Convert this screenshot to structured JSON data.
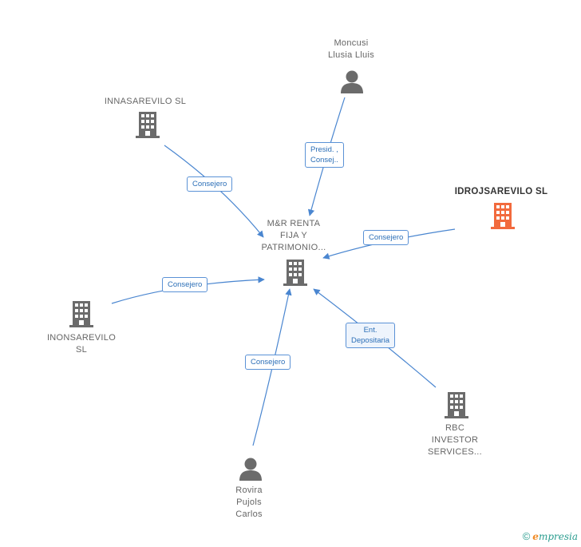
{
  "nodes": {
    "center": {
      "label_lines": [
        "M&R RENTA",
        "FIJA Y",
        "PATRIMONIO..."
      ],
      "icon": "building-icon"
    },
    "moncusi": {
      "label_lines": [
        "Moncusi",
        "Llusia Lluis"
      ],
      "icon": "person-icon"
    },
    "innasarevilo": {
      "label_lines": [
        "INNASAREVILO SL"
      ],
      "icon": "building-icon"
    },
    "idrojsarevilo": {
      "label_lines": [
        "IDROJSAREVILO SL"
      ],
      "icon": "building-icon",
      "color": "#f26a3d"
    },
    "inonsarevilo": {
      "label_lines": [
        "INONSAREVILO",
        "SL"
      ],
      "icon": "building-icon"
    },
    "rbc": {
      "label_lines": [
        "RBC",
        "INVESTOR",
        "SERVICES..."
      ],
      "icon": "building-icon"
    },
    "rovira": {
      "label_lines": [
        "Rovira",
        "Pujols",
        "Carlos"
      ],
      "icon": "person-icon"
    }
  },
  "edges": {
    "moncusi": {
      "label_lines": [
        "Presid. ,",
        "Consej.."
      ]
    },
    "innasarevilo": {
      "label_lines": [
        "Consejero"
      ]
    },
    "idrojsarevilo": {
      "label_lines": [
        "Consejero"
      ]
    },
    "inonsarevilo": {
      "label_lines": [
        "Consejero"
      ]
    },
    "rbc": {
      "label_lines": [
        "Ent.",
        "Depositaria"
      ]
    },
    "rovira": {
      "label_lines": [
        "Consejero"
      ]
    }
  },
  "colors": {
    "node": "#6b6b6b",
    "highlight": "#f26a3d",
    "edge": "#4a86d0"
  },
  "brand": {
    "copyright": "©",
    "name_initial": "e",
    "name_rest": "mpresia"
  }
}
